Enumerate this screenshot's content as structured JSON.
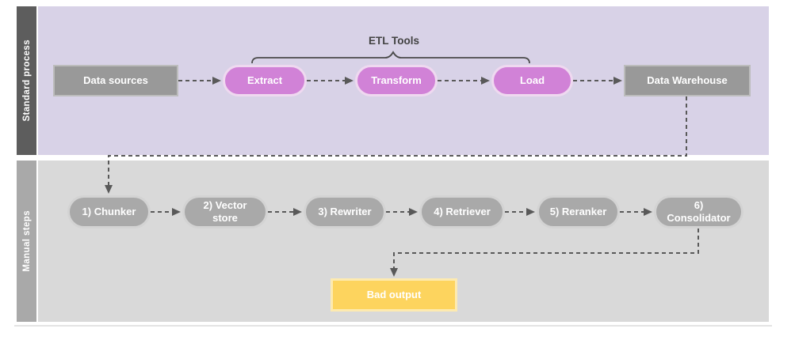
{
  "diagram": {
    "lanes": {
      "standard": {
        "label": "Standard process"
      },
      "manual": {
        "label": "Manual steps"
      }
    },
    "group": {
      "label": "ETL Tools"
    },
    "nodes": {
      "data_sources": {
        "label": "Data sources"
      },
      "extract": {
        "label": "Extract"
      },
      "transform": {
        "label": "Transform"
      },
      "load": {
        "label": "Load"
      },
      "data_warehouse": {
        "label": "Data Warehouse"
      },
      "chunker": {
        "label": "1) Chunker"
      },
      "vector_store": {
        "label": "2) Vector store"
      },
      "rewriter": {
        "label": "3) Rewriter"
      },
      "retriever": {
        "label": "4) Retriever"
      },
      "reranker": {
        "label": "5) Reranker"
      },
      "consolidator": {
        "label": "6) Consolidator"
      },
      "bad_output": {
        "label": "Bad output"
      }
    },
    "colors": {
      "standard_lane_bg": "#d8d2e7",
      "standard_sidebar": "#5d5d5d",
      "manual_lane_bg": "#d9d9d9",
      "manual_sidebar": "#a9a9a9",
      "process_box": "#999999",
      "etl_pill": "#d182d7",
      "manual_pill": "#a9a9a9",
      "bad_output_box": "#fdd45e",
      "connector": "#595959"
    }
  }
}
